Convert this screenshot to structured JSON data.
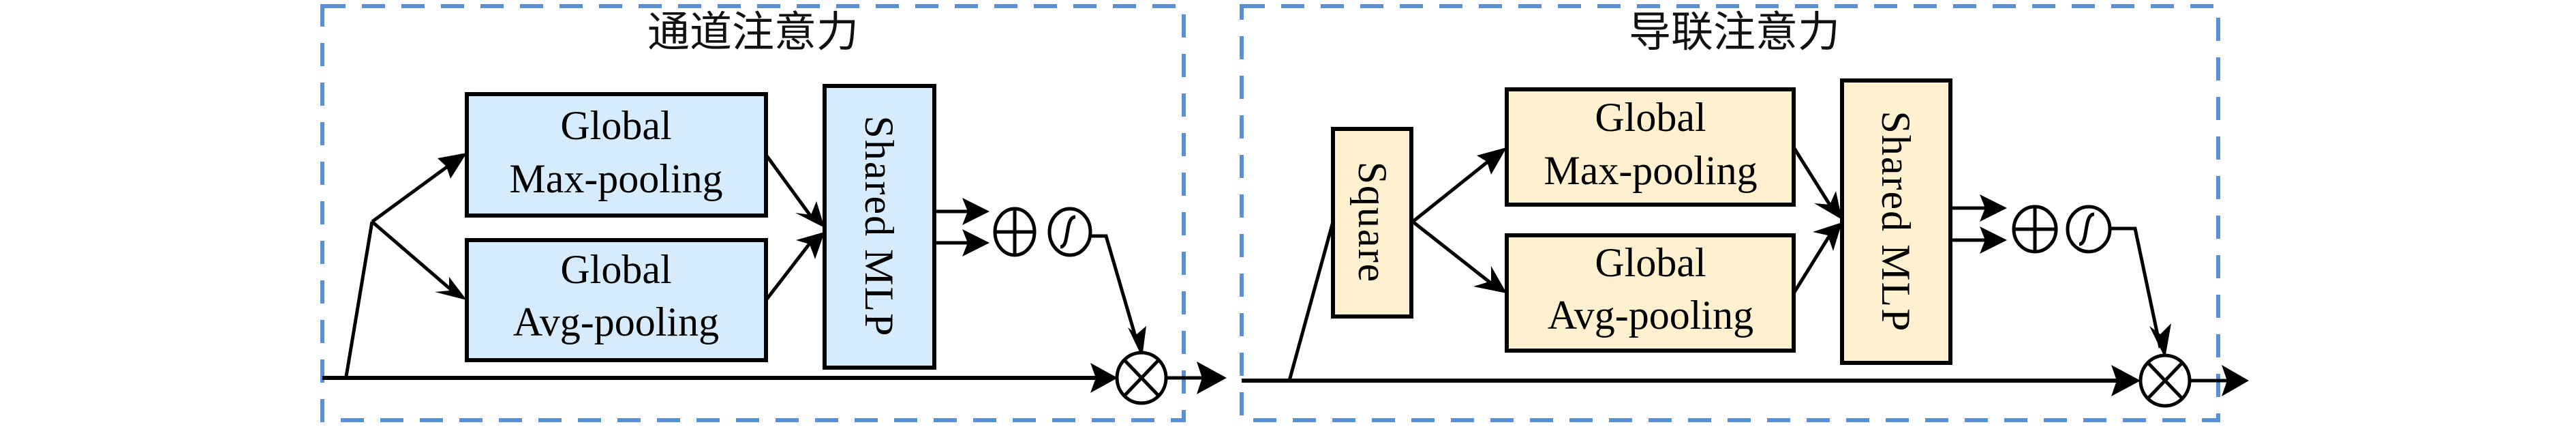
{
  "figure": {
    "panels": [
      {
        "id": "channel",
        "title": "通道注意力",
        "theme_color": "#d6ecfd",
        "blocks": {
          "max_pool": [
            "Global",
            "Max-pooling"
          ],
          "avg_pool": [
            "Global",
            "Avg-pooling"
          ],
          "mlp": "Shared MLP"
        },
        "ops": {
          "add": "⊕",
          "sigmoid": "σ",
          "multiply": "⊗"
        }
      },
      {
        "id": "cascade",
        "title": "导联注意力",
        "theme_color": "#fff1cf",
        "blocks": {
          "square": "Square",
          "max_pool": [
            "Global",
            "Max-pooling"
          ],
          "avg_pool": [
            "Global",
            "Avg-pooling"
          ],
          "mlp": "Shared MLP"
        },
        "ops": {
          "add": "⊕",
          "sigmoid": "σ",
          "multiply": "⊗"
        }
      }
    ],
    "border_color": "#5b8fd6"
  }
}
